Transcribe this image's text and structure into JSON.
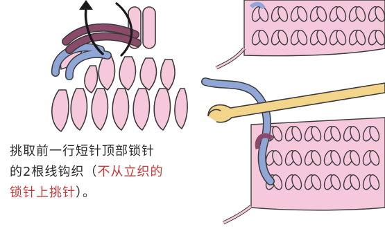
{
  "caption": {
    "line1": "挑取前一行短针顶部锁针",
    "line2_prefix": "的2根线钩织（",
    "highlight_a": "不从立织的",
    "highlight_b": "锁针上挑针",
    "suffix": "）。"
  },
  "colors": {
    "yarn_pink": "#f5c8dc",
    "yarn_outline": "#3a3a3a",
    "yarn_blue": "#8fa6d6",
    "yarn_purple": "#8a4a6a",
    "hook_yellow": "#f2d48a",
    "highlight_red": "#c33a3a"
  },
  "icons": [
    "crochet-hook-icon",
    "arrow-up-icon"
  ]
}
